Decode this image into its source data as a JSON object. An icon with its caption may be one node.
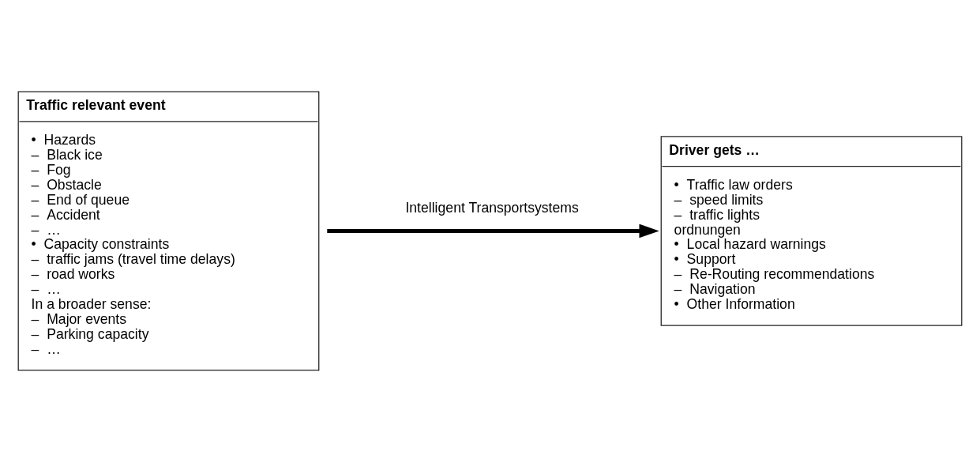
{
  "diagram": {
    "nodes": [
      {
        "text": [
          "Traffic relevant event",
          "•  Hazards",
          "–  Black ice",
          "–  Fog",
          "–  Obstacle",
          "–  End of queue",
          "–  Accident",
          "–  …",
          "•  Capacity constraints",
          "–  traffic jams (travel time delays)",
          "–  road works",
          "–  …",
          "In a broader sense:",
          "–  Major events",
          "–  Parking capacity",
          "–  …"
        ]
      },
      {
        "text": [
          "Driver gets …",
          "•  Traffic law orders",
          "–  speed limits",
          "–  traffic lights",
          "ordnungen",
          "•  Local hazard warnings",
          "•  Support",
          "–  Re-Routing recommendations",
          "–  Navigation",
          "•  Other Information"
        ]
      }
    ],
    "edges": [
      {
        "from": 0,
        "to": 1,
        "arrow": "to",
        "label": "Intelligent Transportsystems"
      }
    ]
  }
}
